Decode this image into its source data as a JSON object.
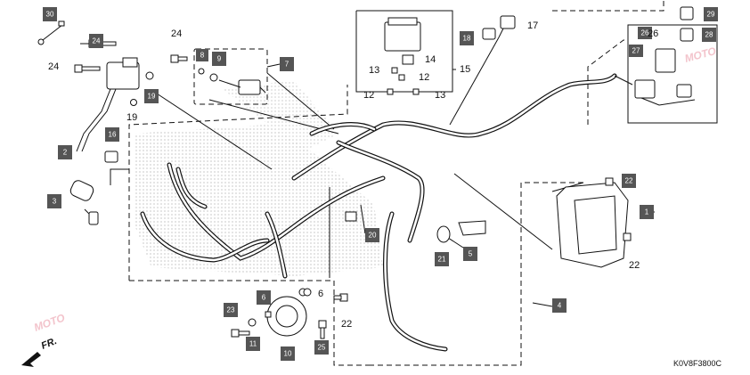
{
  "diagram": {
    "code": "K0V8F3800C",
    "direction_label": "FR.",
    "watermark": "MOTO",
    "box_color": "#555555",
    "boxed_labels": [
      {
        "id": "b30",
        "text": "30"
      },
      {
        "id": "b24",
        "text": "24"
      },
      {
        "id": "b8",
        "text": "8"
      },
      {
        "id": "b9",
        "text": "9"
      },
      {
        "id": "b7",
        "text": "7"
      },
      {
        "id": "b19",
        "text": "19"
      },
      {
        "id": "b2",
        "text": "2"
      },
      {
        "id": "b16",
        "text": "16"
      },
      {
        "id": "b3",
        "text": "3"
      },
      {
        "id": "b18",
        "text": "18"
      },
      {
        "id": "b26",
        "text": "26"
      },
      {
        "id": "b27",
        "text": "27"
      },
      {
        "id": "b29",
        "text": "29"
      },
      {
        "id": "b28",
        "text": "28"
      },
      {
        "id": "b22",
        "text": "22"
      },
      {
        "id": "b1",
        "text": "1"
      },
      {
        "id": "b20",
        "text": "20"
      },
      {
        "id": "b21",
        "text": "21"
      },
      {
        "id": "b5",
        "text": "5"
      },
      {
        "id": "b4",
        "text": "4"
      },
      {
        "id": "b6",
        "text": "6"
      },
      {
        "id": "b23",
        "text": "23"
      },
      {
        "id": "b11",
        "text": "11"
      },
      {
        "id": "b10",
        "text": "10"
      },
      {
        "id": "b25",
        "text": "25"
      }
    ],
    "plain_labels": [
      {
        "id": "p24a",
        "text": "24"
      },
      {
        "id": "p24b",
        "text": "24"
      },
      {
        "id": "p19",
        "text": "19"
      },
      {
        "id": "p17",
        "text": "17"
      },
      {
        "id": "p14",
        "text": "14"
      },
      {
        "id": "p15",
        "text": "15"
      },
      {
        "id": "p13a",
        "text": "13"
      },
      {
        "id": "p12a",
        "text": "12"
      },
      {
        "id": "p12b",
        "text": "12"
      },
      {
        "id": "p13b",
        "text": "13"
      },
      {
        "id": "p22",
        "text": "22"
      },
      {
        "id": "p6",
        "text": "6"
      },
      {
        "id": "p22b",
        "text": "22"
      },
      {
        "id": "p26",
        "text": "26"
      }
    ]
  }
}
